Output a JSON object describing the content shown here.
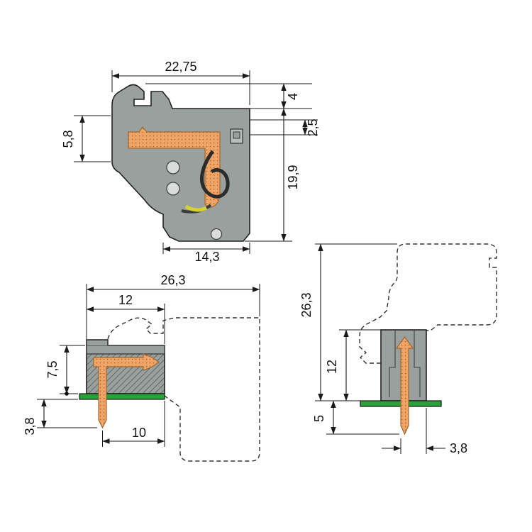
{
  "drawing": {
    "type": "connector-dimensional-drawing",
    "colors": {
      "body_gray": "#99a09e",
      "body_gray_light": "#c2c7c5",
      "copper": "#f0a566",
      "copper_dark": "#a06830",
      "pcb_green": "#2aa23a",
      "wire_yellow": "#d8d22e",
      "line": "#1a1a1a"
    },
    "views": {
      "side_section": {
        "name": "side cross-section view",
        "dims": {
          "width_total": "22,75",
          "latch_height": "4",
          "left_face": "5,8",
          "upper_right": "2,5",
          "height_total": "19,9",
          "bottom_width": "14,3"
        }
      },
      "front_section": {
        "name": "front section view on PCB",
        "dims": {
          "width_total": "26,3",
          "body_width": "12",
          "above_board": "7,5",
          "pin_below_board": "3,8",
          "pin_to_edge": "10"
        }
      },
      "pin_view": {
        "name": "pin side view on PCB",
        "dims": {
          "height_total": "26,3",
          "body_height": "12",
          "below_board": "5",
          "pin_offset": "3,8"
        }
      }
    }
  }
}
